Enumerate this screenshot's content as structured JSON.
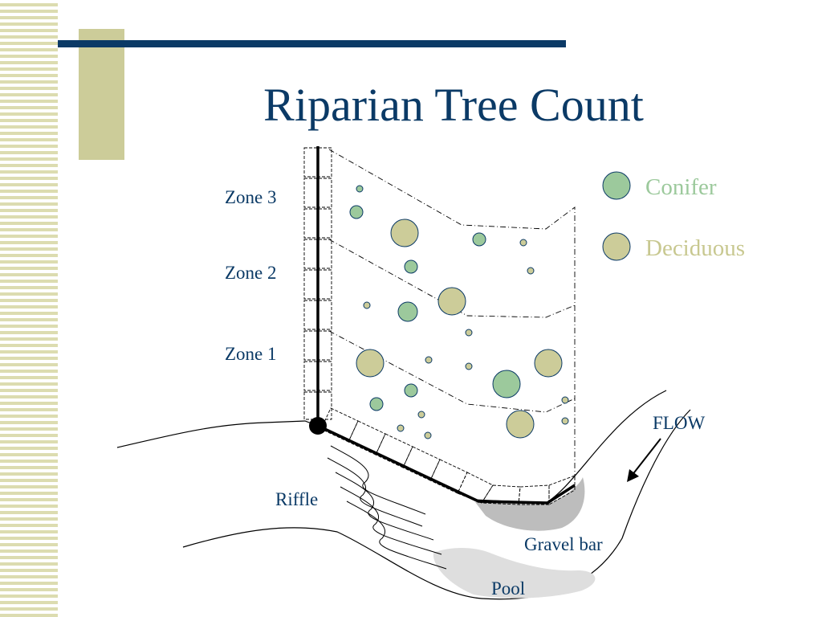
{
  "slide": {
    "title": "Riparian Tree Count"
  },
  "diagram": {
    "zones": [
      "Zone 3",
      "Zone 2",
      "Zone 1"
    ],
    "legend": [
      {
        "label": "Conifer",
        "color": "#9cc99c",
        "text_color": "#9cc99c"
      },
      {
        "label": "Deciduous",
        "color": "#cccc99",
        "text_color": "#c8c890"
      }
    ],
    "labels": {
      "flow": "FLOW",
      "riffle": "Riffle",
      "gravel_bar": "Gravel bar",
      "pool": "Pool"
    }
  }
}
